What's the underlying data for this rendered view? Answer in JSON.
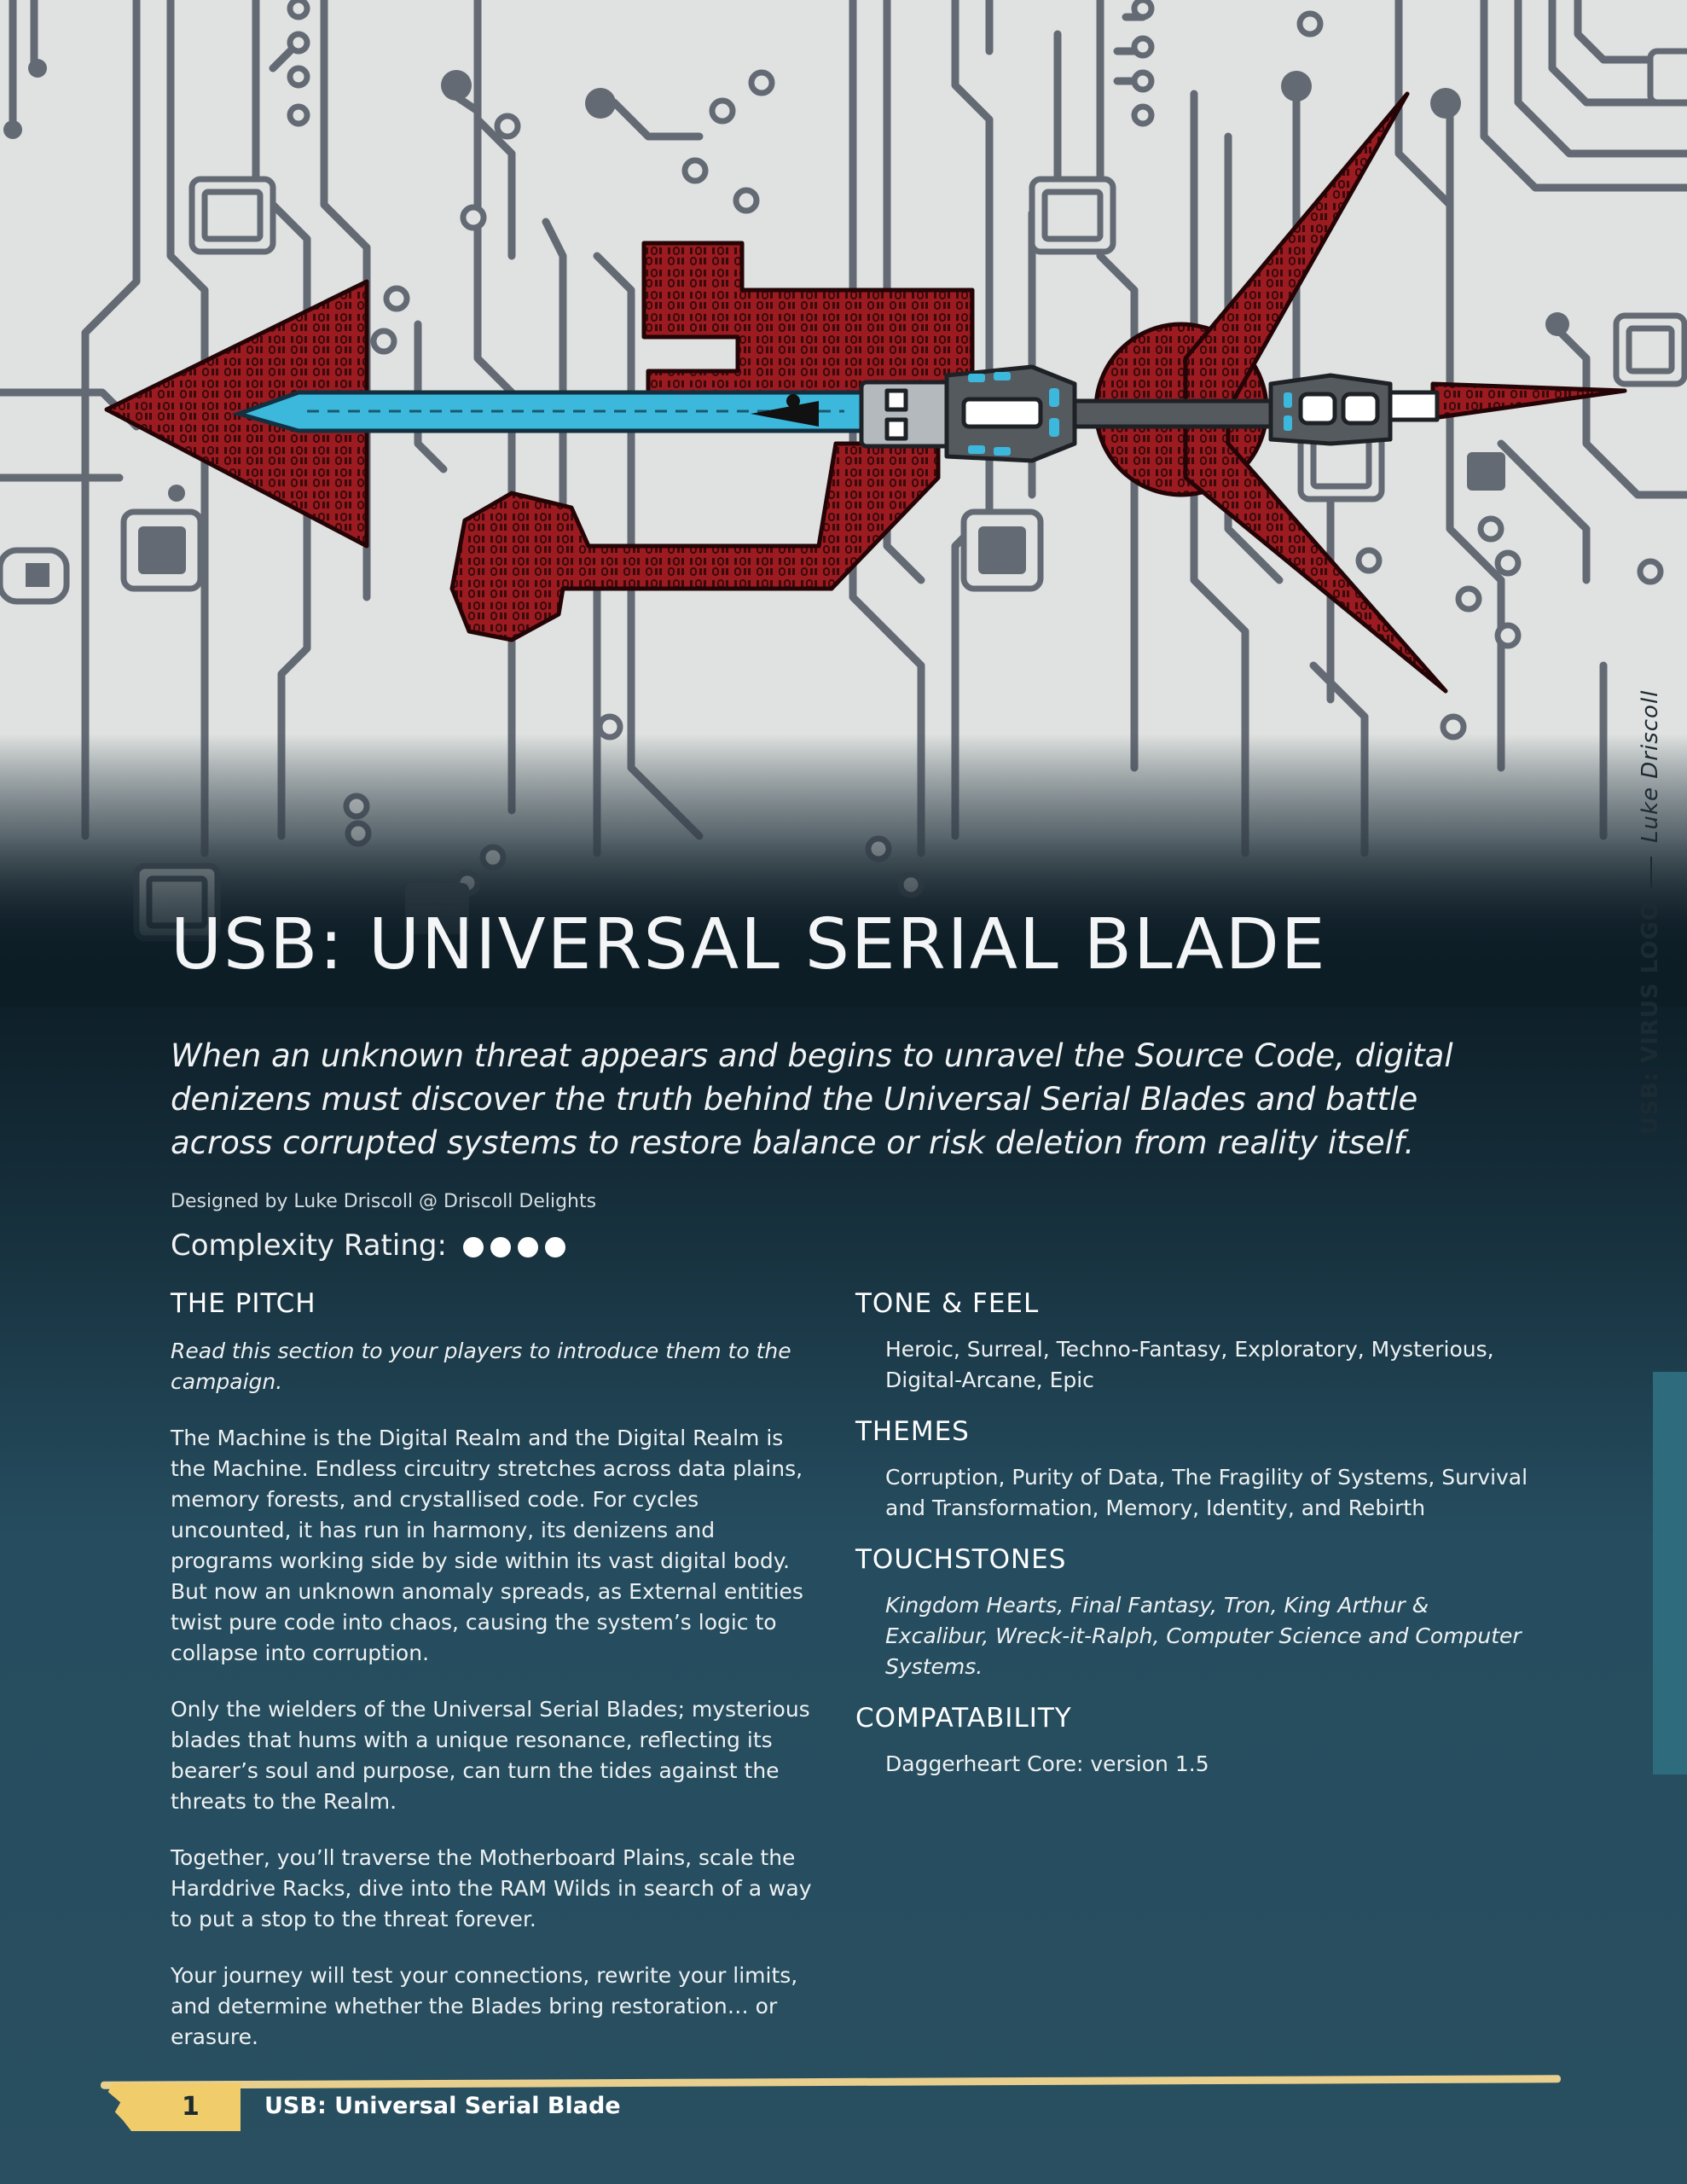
{
  "credit": {
    "title": "USB: VIRUS LOGO",
    "artist": "Luke Driscoll"
  },
  "header": {
    "title": "USB: UNIVERSAL SERIAL BLADE",
    "intro": "When an unknown threat appears and begins to unravel the Source Code, digital denizens must discover the truth behind the Universal Serial Blades and battle across corrupted systems to restore balance or risk deletion from reality itself.",
    "designer": "Designed by Luke Driscoll @ Driscoll Delights",
    "complexity_label": "Complexity Rating:",
    "complexity_value": 4
  },
  "pitch": {
    "heading": "THE PITCH",
    "hint": "Read this section to your players to introduce them to the campaign.",
    "paragraphs": [
      "The Machine is the Digital Realm and the Digital Realm is the Machine. Endless circuitry stretches across data plains, memory forests, and crystallised code. For cycles uncounted, it has run in harmony, its denizens and programs working side by side within its vast digital body. But now an unknown anomaly spreads, as External entities twist pure code into chaos, causing the system’s logic to collapse into corruption.",
      "Only the wielders of the Universal Serial Blades; mysterious blades that hums with a unique resonance, reflecting its bearer’s soul and purpose, can turn the tides against the threats to the Realm.",
      "Together, you’ll traverse the Motherboard Plains, scale the Harddrive Racks, dive into the RAM Wilds in search of a way to put a stop to the threat forever.",
      "Your journey will test your connections, rewrite your limits, and determine whether the Blades bring restoration… or erasure."
    ]
  },
  "tone": {
    "heading": "TONE & FEEL",
    "text": "Heroic, Surreal, Techno-Fantasy, Exploratory, Mysterious, Digital-Arcane, Epic"
  },
  "themes": {
    "heading": "THEMES",
    "text": "Corruption, Purity of Data, The Fragility of Systems, Survival and Transformation, Memory, Identity, and Rebirth"
  },
  "touchstones": {
    "heading": "TOUCHSTONES",
    "text": "Kingdom Hearts, Final Fantasy, Tron, King Arthur & Excalibur, Wreck-it-Ralph, Computer Science and Computer Systems."
  },
  "compatibility": {
    "heading": "COMPATABILITY",
    "text": "Daggerheart Core: version 1.5"
  },
  "footer": {
    "page_number": "1",
    "title": "USB: Universal Serial Blade"
  },
  "colors": {
    "blade_red": "#9b1b20",
    "blade_cyan": "#3cb8dc",
    "circuit_gray": "#646a74",
    "background_light": "#dfe2e0",
    "background_dark": "#294f60",
    "footer_gold": "#f0cc6a"
  }
}
